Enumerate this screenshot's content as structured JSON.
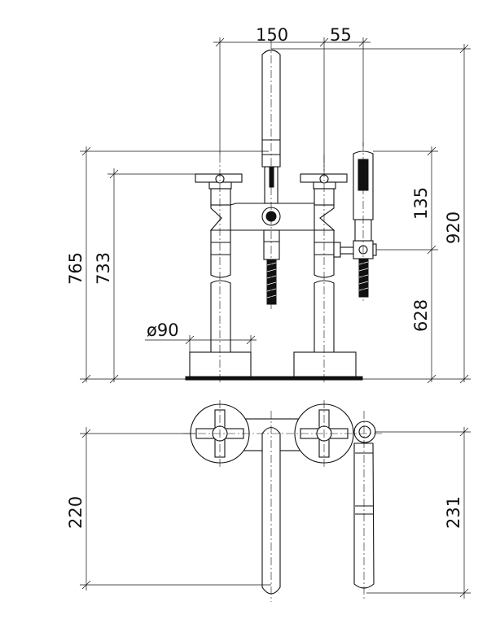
{
  "drawing": {
    "dimensions": {
      "spout_spacing": "150",
      "handshower_offset": "55",
      "total_height": "765",
      "handle_height": "733",
      "base_diameter": "ø90",
      "holder_height": "135",
      "overall_height": "920",
      "holder_base": "628",
      "spout_reach": "220",
      "handshower_reach": "231"
    }
  }
}
